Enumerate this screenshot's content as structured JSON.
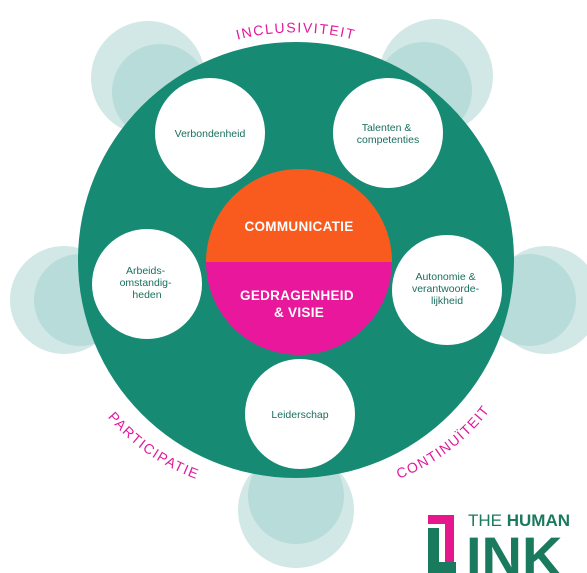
{
  "diagram": {
    "arc_labels": {
      "top": "INCLUSIVITEIT",
      "bottom_left": "PARTICIPATIE",
      "bottom_right": "CONTINUÏTEIT"
    },
    "nodes": {
      "top_left": [
        "Verbondenheid"
      ],
      "top_right": [
        "Talenten &",
        "competenties"
      ],
      "left": [
        "Arbeids-",
        "omstandig-",
        "heden"
      ],
      "right": [
        "Autonomie &",
        "verantwoorde-",
        "lijkheid"
      ],
      "bottom": [
        "Leiderschap"
      ]
    },
    "center": {
      "top": [
        "COMMUNICATIE"
      ],
      "bottom": [
        "GEDRAGENHEID",
        "& VISIE"
      ]
    }
  },
  "logo": {
    "text_light": "THE ",
    "text_bold": "HUMAN",
    "wordmark": "INK"
  },
  "colors": {
    "teal": "#178a74",
    "light_teal": "#d2e8e6",
    "orange": "#f95b1e",
    "magenta": "#e9179c",
    "label_magenta": "#e21a9d",
    "node_text": "#1a6f5e",
    "logo_magenta": "#e6168c",
    "logo_green": "#1a7a5e"
  }
}
